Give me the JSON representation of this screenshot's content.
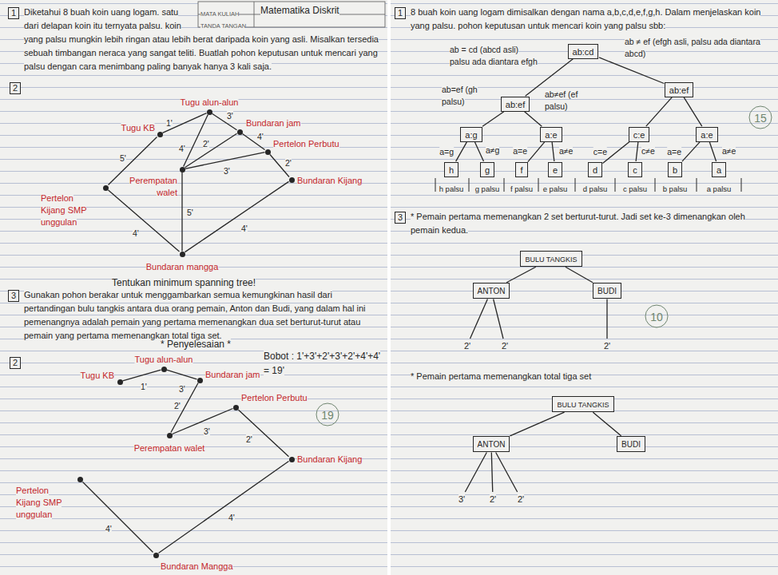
{
  "diagram": {
    "nodes": [
      {
        "text": [
          "Tugu KB"
        ]
      },
      {
        "text": [
          "Tugu alun-alun"
        ]
      },
      {
        "text": [
          "Bundaran jam"
        ]
      },
      {
        "text": [
          "Pertelon Perbutu"
        ]
      },
      {
        "text": [
          "Perempatan walet"
        ]
      },
      {
        "text": [
          "Pertelon Kijang SMP unggulan"
        ]
      },
      {
        "text": [
          "Bundaran Kijang"
        ]
      },
      {
        "text": [
          "Bundaran mangga"
        ]
      },
      {
        "text": [
          "Tugu KB"
        ]
      },
      {
        "text": [
          "Tugu alun-alun"
        ]
      },
      {
        "text": [
          "Bundaran jam"
        ]
      },
      {
        "text": [
          "Pertelon Perbutu"
        ]
      },
      {
        "text": [
          "Perempatan walet"
        ]
      },
      {
        "text": [
          "Pertelon Kijang SMP unggulan"
        ]
      },
      {
        "text": [
          "Bundaran Kijang"
        ]
      },
      {
        "text": [
          "Bundaran Mangga"
        ]
      },
      {
        "text": [
          "ab:cd"
        ]
      },
      {
        "text": [
          "ab:ef"
        ]
      },
      {
        "text": [
          "ab:ef"
        ]
      },
      {
        "text": [
          "a:g"
        ]
      },
      {
        "text": [
          "a:e"
        ]
      },
      {
        "text": [
          "c:e"
        ]
      },
      {
        "text": [
          "a:e"
        ]
      },
      {
        "text": [
          "h"
        ]
      },
      {
        "text": [
          "g"
        ]
      },
      {
        "text": [
          "f"
        ]
      },
      {
        "text": [
          "e"
        ]
      },
      {
        "text": [
          "d"
        ]
      },
      {
        "text": [
          "c"
        ]
      },
      {
        "text": [
          "b"
        ]
      },
      {
        "text": [
          "a"
        ]
      },
      {
        "text": [
          "BULU TANGKIS"
        ]
      },
      {
        "text": [
          "ANTON"
        ]
      },
      {
        "text": [
          "BUDI"
        ]
      },
      {
        "text": [
          "2'"
        ]
      },
      {
        "text": [
          "2'"
        ]
      },
      {
        "text": [
          "2'"
        ]
      },
      {
        "text": [
          "BULU TANGKIS"
        ]
      },
      {
        "text": [
          "ANTON"
        ]
      },
      {
        "text": [
          "BUDI"
        ]
      },
      {
        "text": [
          "3'"
        ]
      },
      {
        "text": [
          "2'"
        ]
      },
      {
        "text": [
          "2'"
        ]
      }
    ],
    "edges": [
      {
        "from": 0,
        "to": 1,
        "arrow": "none",
        "label": "1'"
      },
      {
        "from": 1,
        "to": 2,
        "arrow": "none",
        "label": "3'"
      },
      {
        "from": 1,
        "to": 4,
        "arrow": "none",
        "label": "4'"
      },
      {
        "from": 2,
        "to": 4,
        "arrow": "none",
        "label": "2'"
      },
      {
        "from": 2,
        "to": 3,
        "arrow": "none",
        "label": "4'"
      },
      {
        "from": 4,
        "to": 3,
        "arrow": "none",
        "label": "3'"
      },
      {
        "from": 3,
        "to": 6,
        "arrow": "none",
        "label": "2'"
      },
      {
        "from": 0,
        "to": 5,
        "arrow": "none",
        "label": "5'"
      },
      {
        "from": 4,
        "to": 7,
        "arrow": "none",
        "label": "5'"
      },
      {
        "from": 5,
        "to": 7,
        "arrow": "none",
        "label": "4'"
      },
      {
        "from": 7,
        "to": 6,
        "arrow": "none",
        "label": "4'"
      },
      {
        "from": 8,
        "to": 9,
        "arrow": "none",
        "label": "1'"
      },
      {
        "from": 9,
        "to": 10,
        "arrow": "none",
        "label": "3'"
      },
      {
        "from": 10,
        "to": 12,
        "arrow": "none",
        "label": "2'"
      },
      {
        "from": 12,
        "to": 11,
        "arrow": "none",
        "label": "3'"
      },
      {
        "from": 11,
        "to": 14,
        "arrow": "none",
        "label": "2'"
      },
      {
        "from": 14,
        "to": 15,
        "arrow": "none",
        "label": "4'"
      },
      {
        "from": 15,
        "to": 13,
        "arrow": "none",
        "label": "4'"
      },
      {
        "from": 16,
        "to": 17,
        "arrow": "none",
        "label": "ab = cd (abcd asli) palsu ada diantara efgh"
      },
      {
        "from": 16,
        "to": 18,
        "arrow": "none",
        "label": "ab ≠ ef (efgh asli, palsu ada diantara abcd)"
      },
      {
        "from": 17,
        "to": 19,
        "arrow": "none",
        "label": "ab=ef (gh palsu)"
      },
      {
        "from": 17,
        "to": 20,
        "arrow": "none",
        "label": "ab≠ef (ef palsu)"
      },
      {
        "from": 18,
        "to": 21,
        "arrow": "none"
      },
      {
        "from": 18,
        "to": 22,
        "arrow": "none"
      },
      {
        "from": 19,
        "to": 23,
        "arrow": "none",
        "label": "a=g"
      },
      {
        "from": 19,
        "to": 24,
        "arrow": "none",
        "label": "a≠g"
      },
      {
        "from": 20,
        "to": 25,
        "arrow": "none",
        "label": "a=e"
      },
      {
        "from": 20,
        "to": 26,
        "arrow": "none",
        "label": "a≠e"
      },
      {
        "from": 21,
        "to": 27,
        "arrow": "none",
        "label": "c=e"
      },
      {
        "from": 21,
        "to": 28,
        "arrow": "none",
        "label": "c≠e"
      },
      {
        "from": 22,
        "to": 29,
        "arrow": "none",
        "label": "a=e"
      },
      {
        "from": 22,
        "to": 30,
        "arrow": "none",
        "label": "a≠e"
      },
      {
        "from": 31,
        "to": 32,
        "arrow": "none"
      },
      {
        "from": 31,
        "to": 33,
        "arrow": "none"
      },
      {
        "from": 32,
        "to": 34,
        "arrow": "none"
      },
      {
        "from": 32,
        "to": 35,
        "arrow": "none"
      },
      {
        "from": 33,
        "to": 36,
        "arrow": "none"
      },
      {
        "from": 37,
        "to": 38,
        "arrow": "none"
      },
      {
        "from": 37,
        "to": 39,
        "arrow": "none"
      },
      {
        "from": 38,
        "to": 40,
        "arrow": "none"
      },
      {
        "from": 38,
        "to": 41,
        "arrow": "none"
      },
      {
        "from": 38,
        "to": 42,
        "arrow": "none"
      }
    ],
    "labels": [
      "MATA KULIAH",
      "Matematika Diskrit",
      "TANDA TANGAN",
      "1",
      "Diketahui 8 buah koin uang logam. satu dari delapan koin itu ternyata palsu. koin yang palsu mungkin lebih ringan atau lebih berat daripada koin yang asli. Misalkan tersedia sebuah timbangan neraca yang sangat teliti. Buatlah pohon keputusan untuk mencari yang palsu dengan cara menimbang paling banyak hanya 3 kali saja.",
      "2",
      "Tentukan minimum spanning tree!",
      "3",
      "Gunakan pohon berakar untuk menggambarkan semua kemungkinan hasil dari pertandingan bulu tangkis antara dua orang pemain, Anton dan Budi, yang dalam hal ini pemenangnya adalah pemain yang pertama memenangkan dua set berturut-turut atau pemain yang pertama memenangkan total tiga set.",
      "* Penyelesaian *",
      "2",
      "Bobot : 1'+3'+2'+3'+2'+4'+4' = 19'",
      "19",
      "1",
      "8 buah koin uang logam dimisalkan dengan nama a,b,c,d,e,f,g,h. Dalam menjelaskan koin yang palsu. pohon keputusan untuk mencari koin yang palsu sbb:",
      "h palsu",
      "g palsu",
      "f palsu",
      "e palsu",
      "d palsu",
      "c palsu",
      "b palsu",
      "a palsu",
      "15",
      "3",
      "* Pemain pertama memenangkan 2 set berturut-turut. Jadi set ke-3 dimenangkan oleh pemain kedua.",
      "10",
      "* Pemain pertama memenangkan total tiga set"
    ]
  }
}
